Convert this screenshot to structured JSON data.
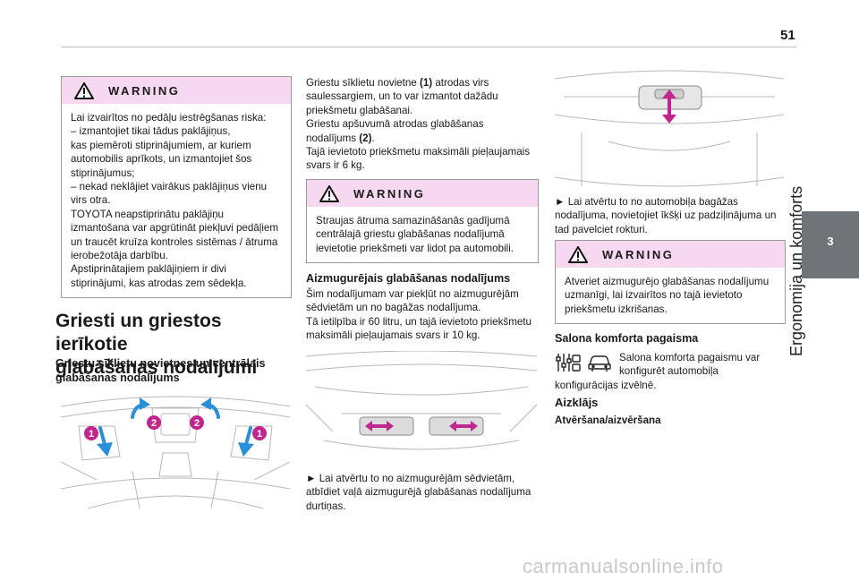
{
  "page": {
    "number": "51",
    "chapter_number": "3",
    "chapter_title": "Ergonomija un komforts"
  },
  "left": {
    "warning": {
      "label": "WARNING",
      "lines": [
        "Lai izvairītos no pedāļu iestrēgšanas riska:",
        "–  izmantojiet tikai tādus paklājiņus,",
        "kas piemēroti stiprinājumiem, ar kuriem",
        "automobilis aprīkots, un izmantojiet šos",
        "stiprinājumus;",
        "–  nekad neklājiet vairākus paklājiņus vienu",
        "virs otra.",
        "TOYOTA neapstiprinātu paklājiņu",
        "izmantošana var apgrūtināt piekļuvi pedāļiem",
        "un traucēt kruīza kontroles sistēmas / ātruma",
        "ierobežotāja darbību.",
        "Apstiprinātajiem paklājiņiem ir divi",
        "stiprinājumi, kas atrodas zem sēdekļa."
      ]
    },
    "section_title_1": "Griesti un griestos ierīkotie",
    "section_title_2": "glabāšanas nodalījumi",
    "subsection_1": "Griestu sīklietu novietnes un centrālais",
    "subsection_2": "glabāšanas nodalījums",
    "callouts": [
      "1",
      "2",
      "2",
      "1"
    ]
  },
  "middle": {
    "intro_a": "Griestu sīklietu novietne ",
    "intro_b": "(1)",
    "intro_c": " atrodas virs\nsaulessargiem, un to var izmantot dažādu\npriekšmetu glabāšanai.\nGriestu apšuvumā atrodas glabāšanas\nnodalījums  ",
    "intro_d": "(2)",
    "intro_e": ".\nTajā ievietoto priekšmetu maksimāli pieļaujamais\nsvars ir 6 kg.",
    "warning": {
      "label": "WARNING",
      "text": "Straujas ātruma samazināšanās gadījumā\ncentrālajā griestu glabāšanas nodalījumā\nievietotie priekšmeti var lidot pa automobili."
    },
    "rear_title": "Aizmugurējais glabāšanas nodalījums",
    "rear_text": "Šim nodalījumam var piekļūt no aizmugurējām\nsēdvietām un no bagāžas nodalījuma.\nTā ietilpība ir 60 litru, un tajā ievietoto priekšmetu\nmaksimāli pieļaujamais svars ir 10 kg.",
    "rear_instruction": "►  Lai atvērtu to no aizmugurējām sēdvietām,\natbīdiet vaļā aizmugurējā glabāšanas nodalījuma\ndurtiņas."
  },
  "right": {
    "trunk_instruction": "►  Lai atvērtu to no automobiļa bagāžas\nnodalījuma, novietojiet īkšķi uz padziļinājuma un\ntad pavelciet rokturi.",
    "warning": {
      "label": "WARNING",
      "text": "Atveriet aizmugurējo glabāšanas nodalījumu\nuzmanīgi, lai izvairītos no tajā ievietoto\npriekšmetu izkrišanas."
    },
    "comfort_title": "Salona komforta pagaisma",
    "comfort_text_1": "Salona komforta pagaismu var\nkonfigurēt automobiļa",
    "comfort_text_2": "konfigurācijas izvēlnē.",
    "sunroof_title": "Aizklājs",
    "sunroof_sub": "Atvēršana/aizvēršana",
    "icons": [
      "settings-sliders-icon",
      "car-icon"
    ]
  },
  "watermark": "carmanualsonline.info",
  "colors": {
    "warning_bg": "#f6d8f0",
    "accent": "#c0278c",
    "tab": "#6e7478"
  }
}
